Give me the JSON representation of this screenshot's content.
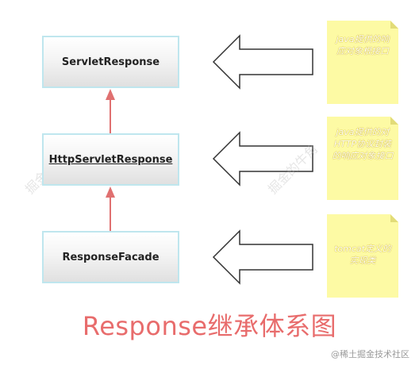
{
  "classes": [
    {
      "name": "ServletResponse",
      "underline": false
    },
    {
      "name": "HttpServletResponse",
      "underline": true
    },
    {
      "name": "ResponseFacade",
      "underline": false
    }
  ],
  "notes": [
    {
      "text": "java提供的响应对象根接口"
    },
    {
      "text": "java提供的对HTTP协议封装的响应对象接口"
    },
    {
      "text": "tomcat定义的实现类"
    }
  ],
  "caption": "Response继承体系图",
  "credit": "@稀土掘金技术社区",
  "watermark": "掘金的牛角",
  "colors": {
    "inheritance_arrow": "#e07070",
    "caption": "#e86c6c",
    "note_fill": "#fdfaa4",
    "box_border": "#bfe6ee"
  },
  "icons": {
    "pointer_arrow": "hollow-left-arrow-icon"
  }
}
